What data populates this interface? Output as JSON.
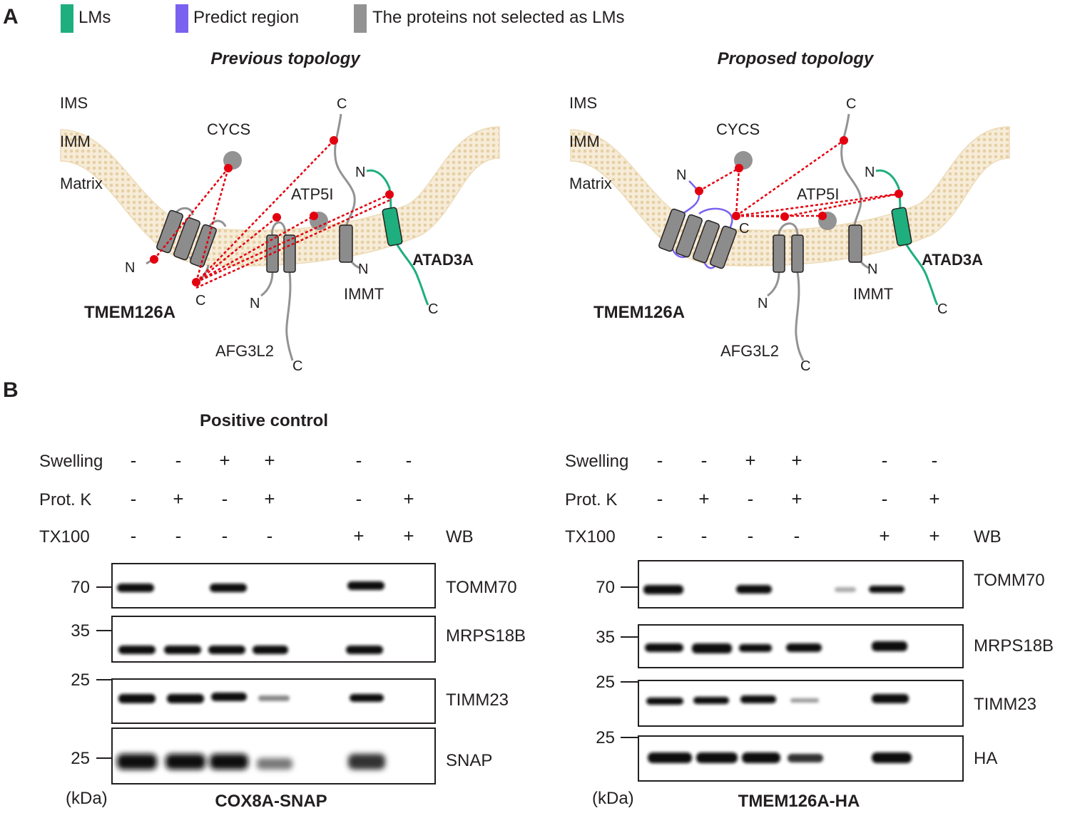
{
  "panel_a": {
    "label": "A",
    "legend": [
      {
        "label": "LMs",
        "color": "#1fae7d"
      },
      {
        "label": "Predict region",
        "color": "#7b61f0"
      },
      {
        "label": "The proteins not selected as LMs",
        "color": "#939393"
      }
    ],
    "previous": {
      "title": "Previous topology",
      "ims": "IMS",
      "imm": "IMM",
      "matrix": "Matrix",
      "cycs": "CYCS",
      "atp5i": "ATP5I",
      "atad3a": "ATAD3A",
      "tmem126a": "TMEM126A",
      "immt": "IMMT",
      "afg3l2": "AFG3L2"
    },
    "proposed": {
      "title": "Proposed topology",
      "ims": "IMS",
      "imm": "IMM",
      "matrix": "Matrix",
      "cycs": "CYCS",
      "atp5i": "ATP5I",
      "atad3a": "ATAD3A",
      "tmem126a": "TMEM126A",
      "immt": "IMMT",
      "afg3l2": "AFG3L2"
    },
    "n_label": "N",
    "c_label": "C",
    "colors": {
      "membrane": "#eedcba",
      "crosslink": "#e3000f",
      "protein": "#939393"
    }
  },
  "panel_b": {
    "label": "B",
    "left_subtitle": "Positive control",
    "row_labels": {
      "swelling": "Swelling",
      "protk": "Prot. K",
      "tx100": "TX100",
      "wb": "WB"
    },
    "left_signs": {
      "swelling": [
        "-",
        "-",
        "+",
        "+",
        "-",
        "-"
      ],
      "protk": [
        "-",
        "+",
        "-",
        "+",
        "-",
        "+"
      ],
      "tx100": [
        "-",
        "-",
        "-",
        "-",
        "+",
        "+"
      ]
    },
    "right_signs": {
      "swelling": [
        "-",
        "-",
        "+",
        "+",
        "-",
        "-"
      ],
      "protk": [
        "-",
        "+",
        "-",
        "+",
        "-",
        "+"
      ],
      "tx100": [
        "-",
        "-",
        "-",
        "-",
        "+",
        "+"
      ]
    },
    "left_blots": {
      "tomm70": {
        "name": "TOMM70",
        "marker": "70"
      },
      "mrps18b": {
        "name": "MRPS18B",
        "marker": "35"
      },
      "timm23": {
        "name": "TIMM23",
        "marker": "25"
      },
      "snap": {
        "name": "SNAP",
        "marker": "25"
      }
    },
    "right_blots": {
      "tomm70": {
        "name": "TOMM70",
        "marker": "70"
      },
      "mrps18b": {
        "name": "MRPS18B",
        "marker": "35"
      },
      "timm23": {
        "name": "TIMM23",
        "marker": "25"
      },
      "ha": {
        "name": "HA",
        "marker": "25"
      }
    },
    "kda": "(kDa)",
    "left_caption": "COX8A-SNAP",
    "right_caption": "TMEM126A-HA"
  }
}
